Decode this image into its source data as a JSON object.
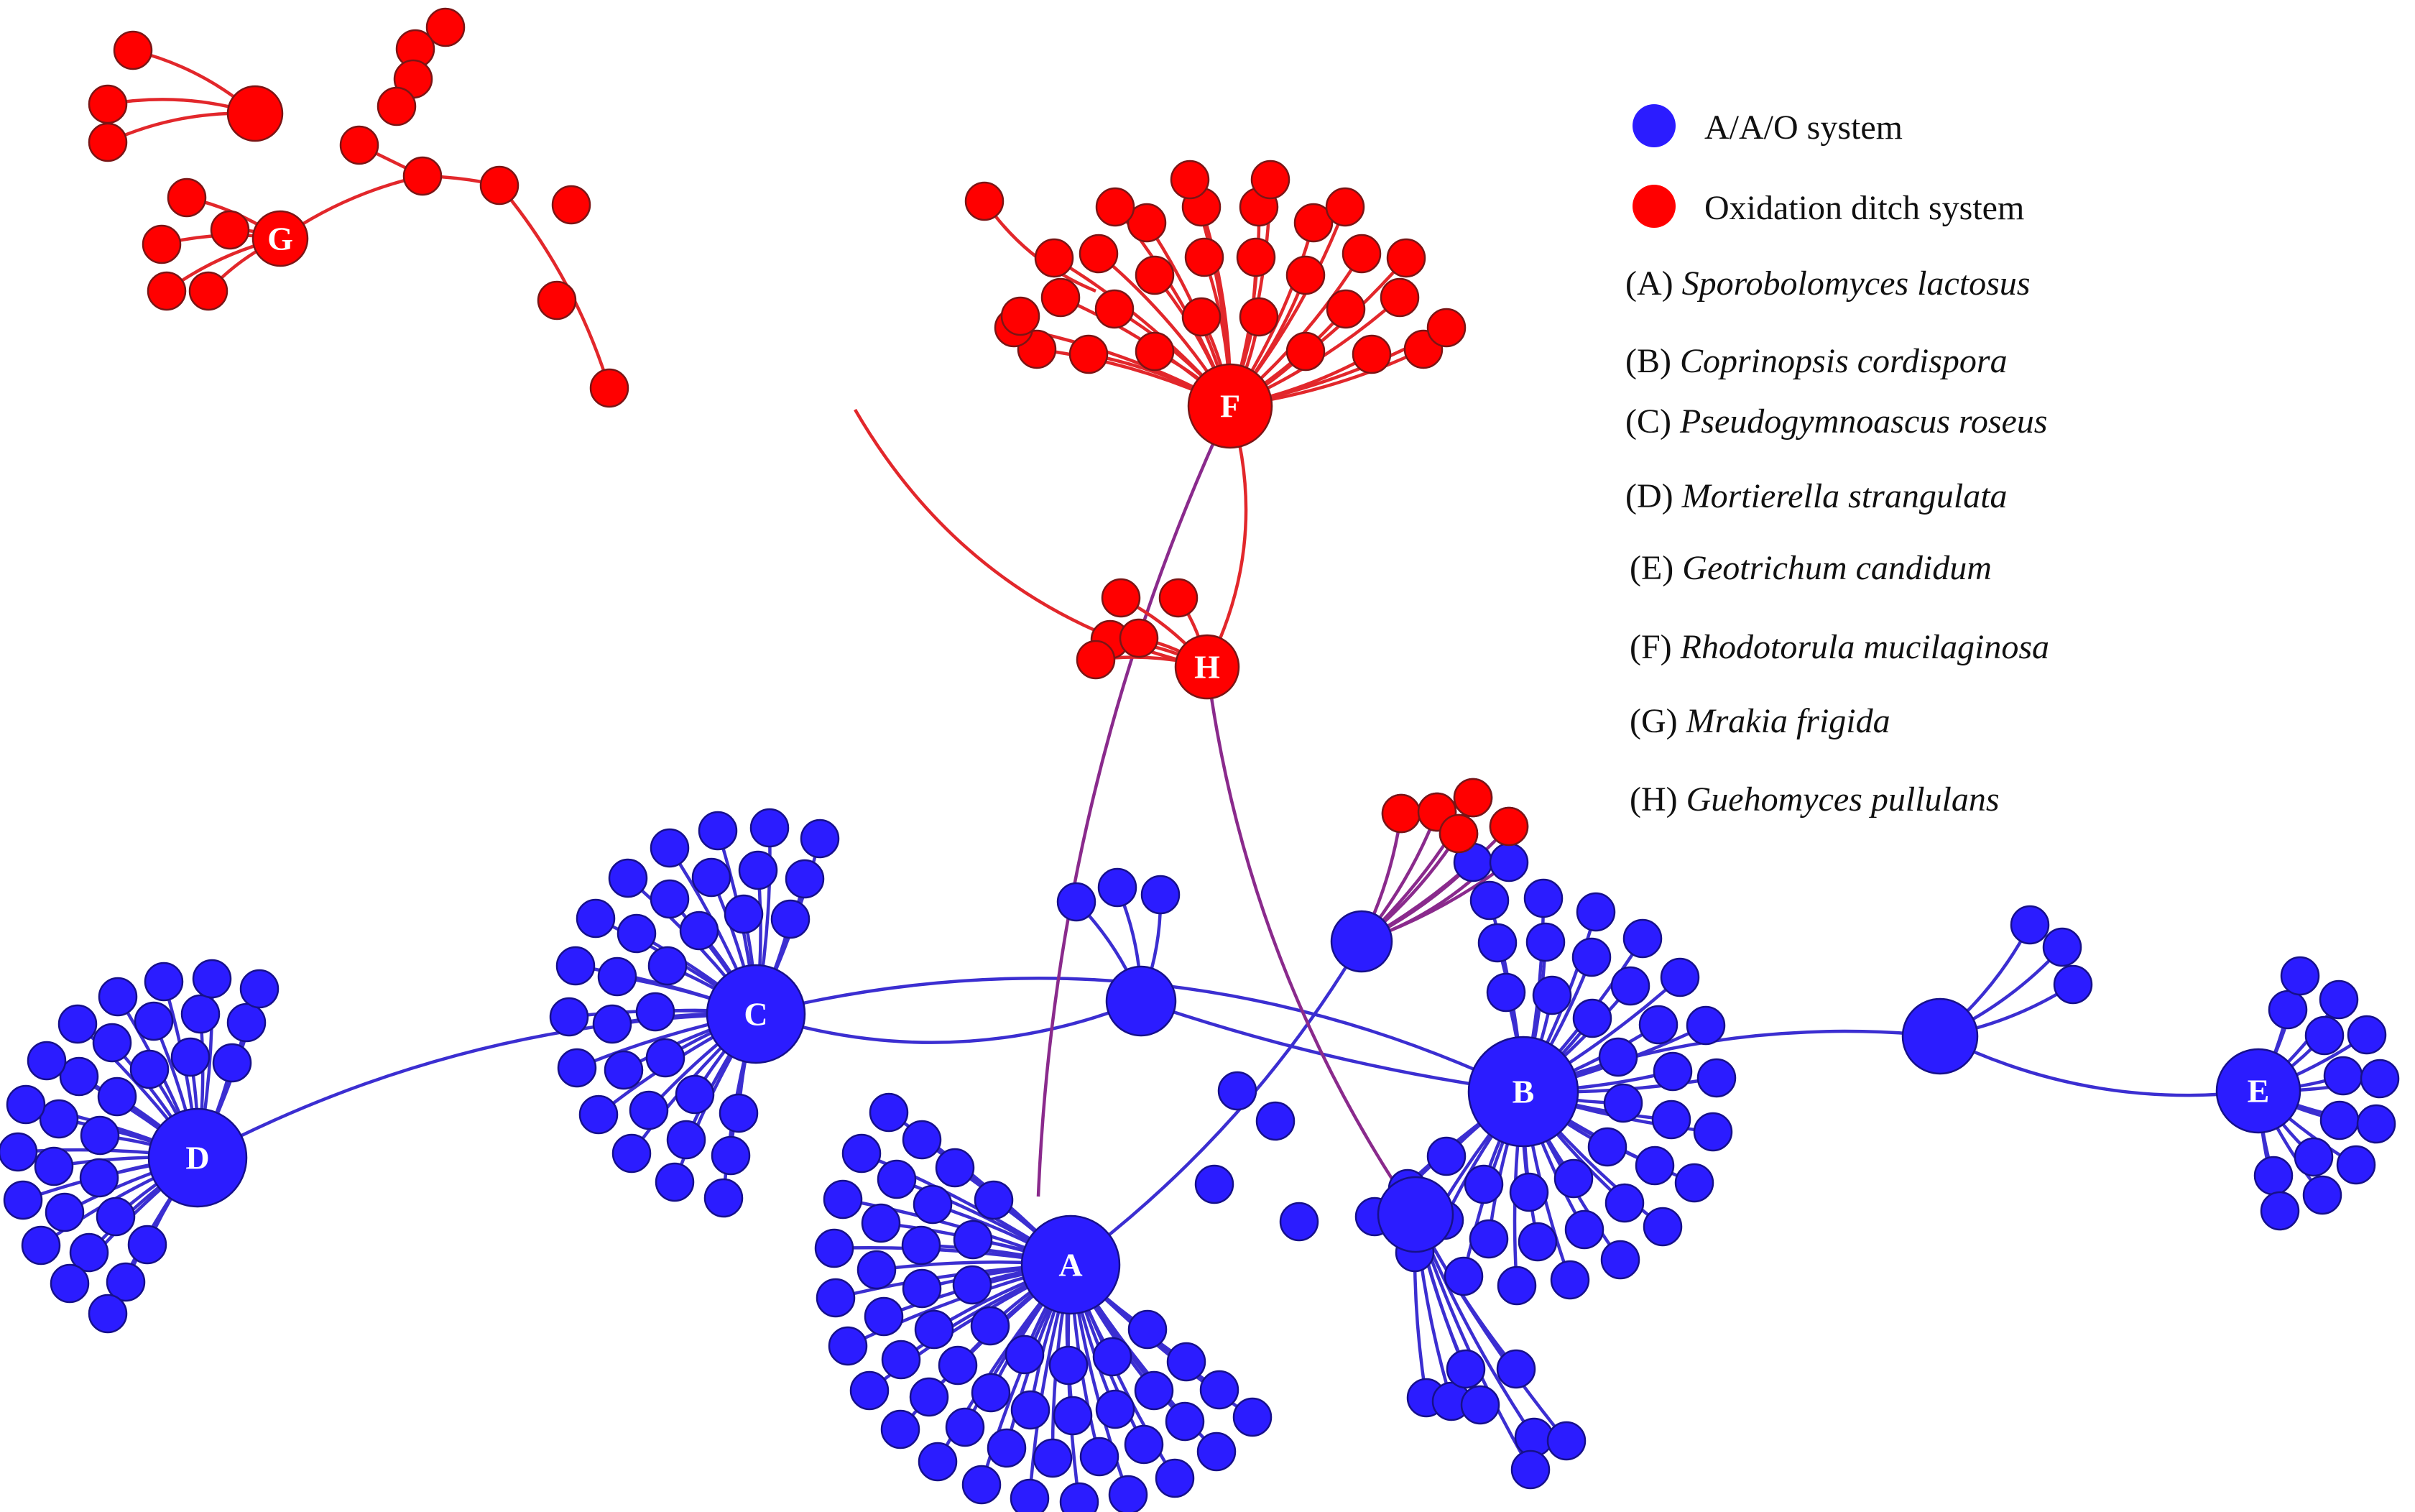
{
  "legend": {
    "systems": [
      {
        "label": "A/A/O system",
        "color": "#2b1cff"
      },
      {
        "label": "Oxidation ditch system",
        "color": "#ff0000"
      }
    ],
    "species": [
      {
        "key": "(A)",
        "name": "Sporobolomyces lactosus"
      },
      {
        "key": "(B)",
        "name": "Coprinopsis cordispora"
      },
      {
        "key": "(C)",
        "name": "Pseudogymnoascus roseus"
      },
      {
        "key": "(D)",
        "name": "Mortierella strangulata"
      },
      {
        "key": "(E)",
        "name": "Geotrichum candidum"
      },
      {
        "key": "(F)",
        "name": "Rhodotorula mucilaginosa"
      },
      {
        "key": "(G)",
        "name": "Mrakia frigida"
      },
      {
        "key": "(H)",
        "name": "Guehomyces pullulans"
      }
    ]
  },
  "hubs": [
    {
      "id": "A",
      "label": "A",
      "system": "A/A/O system"
    },
    {
      "id": "B",
      "label": "B",
      "system": "A/A/O system"
    },
    {
      "id": "C",
      "label": "C",
      "system": "A/A/O system"
    },
    {
      "id": "D",
      "label": "D",
      "system": "A/A/O system"
    },
    {
      "id": "E",
      "label": "E",
      "system": "A/A/O system"
    },
    {
      "id": "F",
      "label": "F",
      "system": "Oxidation ditch system"
    },
    {
      "id": "G",
      "label": "G",
      "system": "Oxidation ditch system"
    },
    {
      "id": "H",
      "label": "H",
      "system": "Oxidation ditch system"
    }
  ],
  "colors": {
    "red_node": "#ff0000",
    "blue_node": "#2b1cff",
    "red_edge": "#e2272b",
    "blue_edge": "#3b2ed1",
    "mixed_edge": "#8a2a8c"
  }
}
